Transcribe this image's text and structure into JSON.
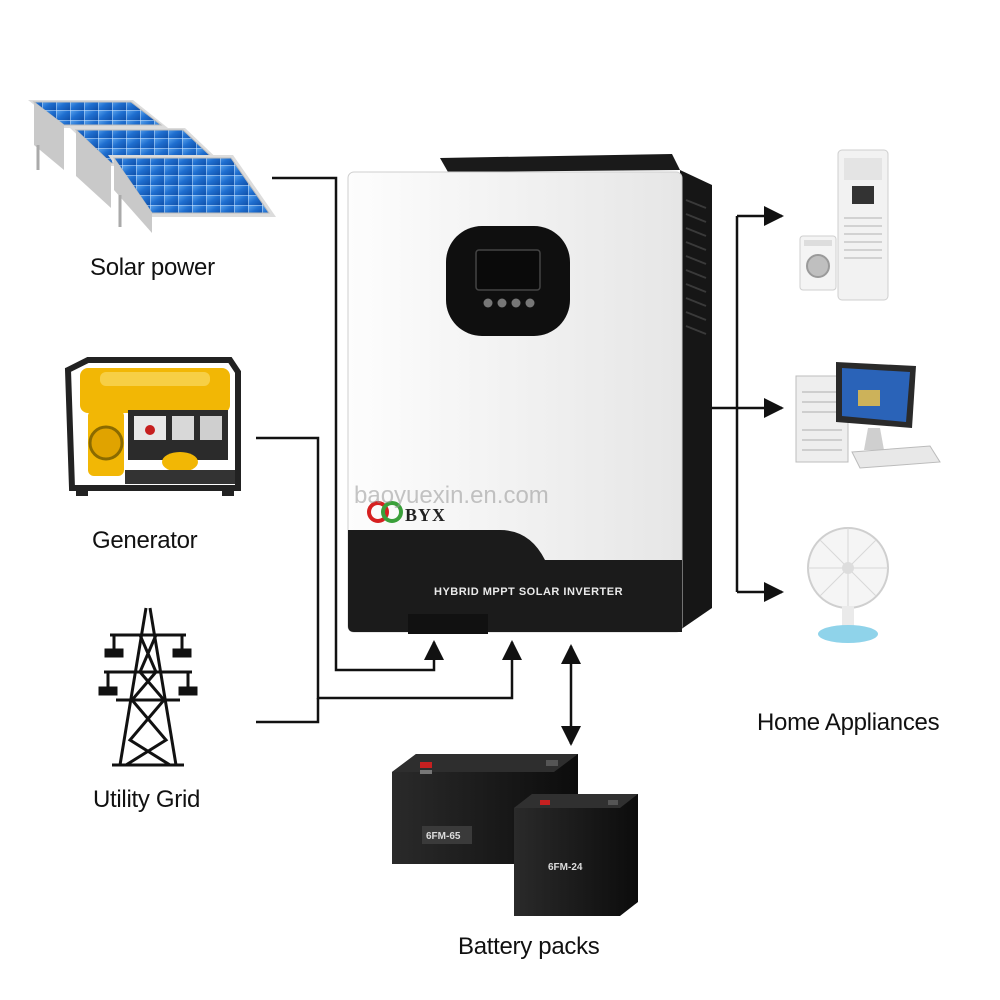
{
  "labels": {
    "solar": "Solar power",
    "generator": "Generator",
    "grid": "Utility Grid",
    "appliances": "Home Appliances",
    "battery": "Battery packs"
  },
  "inverter": {
    "brand": "BYX",
    "model": "HYBRID MPPT SOLAR INVERTER",
    "watermark": "baoyuexin.en.com"
  },
  "batteries": {
    "rear_tag": "6FM-65",
    "front_tag": "6FM-24"
  },
  "colors": {
    "line": "#111111",
    "inverter_body": "#f4f4f4",
    "inverter_base": "#1b1b1b",
    "panel_blue": "#1f6fd0",
    "generator_yellow": "#f2b705",
    "brand_red": "#d62020",
    "brand_green": "#3aa03a"
  }
}
